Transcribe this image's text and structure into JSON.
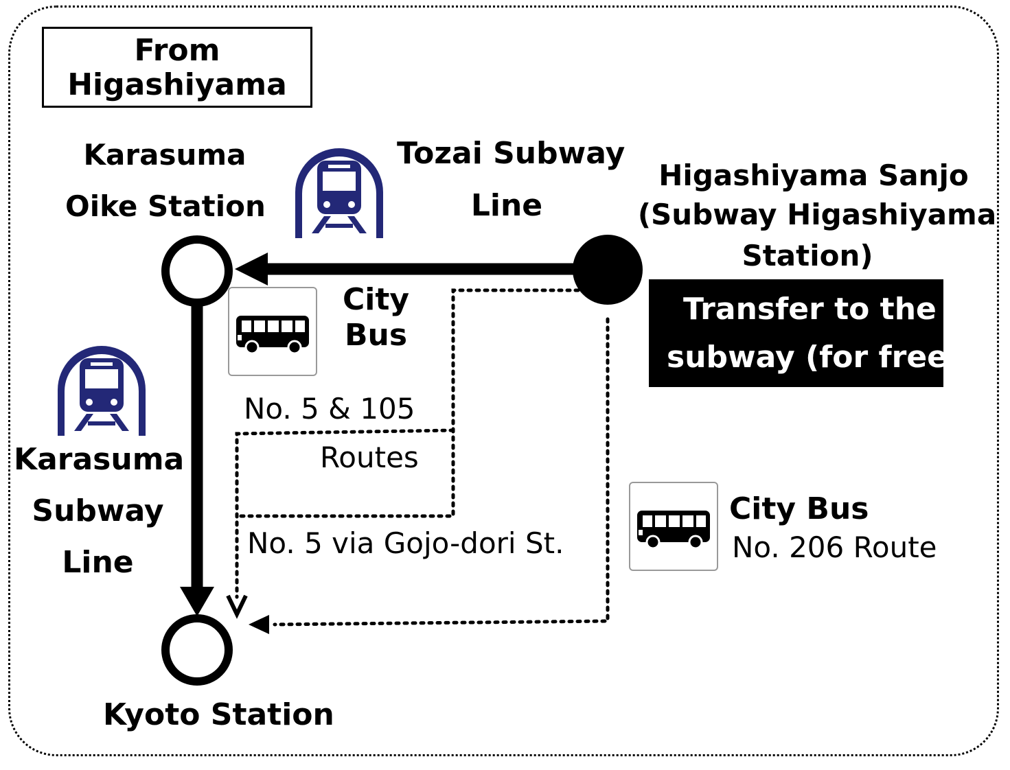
{
  "colors": {
    "subway_icon": "#232877",
    "line": "#000000",
    "transfer_bg": "#000000",
    "transfer_text": "#ffffff"
  },
  "title": {
    "line1": "From",
    "line2": "Higashiyama"
  },
  "stations": {
    "karasuma_oike": {
      "line1": "Karasuma",
      "line2": "Oike Station"
    },
    "higashiyama_sanjo": {
      "line1": "Higashiyama Sanjo",
      "line2": "(Subway Higashiyama",
      "line3": "Station)"
    },
    "kyoto": {
      "label": "Kyoto Station"
    }
  },
  "lines": {
    "tozai": {
      "line1": "Tozai Subway",
      "line2": "Line",
      "icon": "subway-train-icon"
    },
    "karasuma": {
      "line1": "Karasuma",
      "line2": "Subway",
      "line3": "Line",
      "icon": "subway-train-icon"
    }
  },
  "transfer_note": {
    "line1": "Transfer to the",
    "line2": "subway (for free)"
  },
  "city_bus_5_105": {
    "label1": "City",
    "label2": "Bus",
    "routes1": "No. 5 & 105",
    "routes2": "Routes",
    "icon": "bus-icon"
  },
  "gojo_route": {
    "label": "No. 5 via Gojo-dori St."
  },
  "city_bus_206": {
    "label": "City Bus",
    "route": "No. 206 Route",
    "icon": "bus-icon"
  }
}
